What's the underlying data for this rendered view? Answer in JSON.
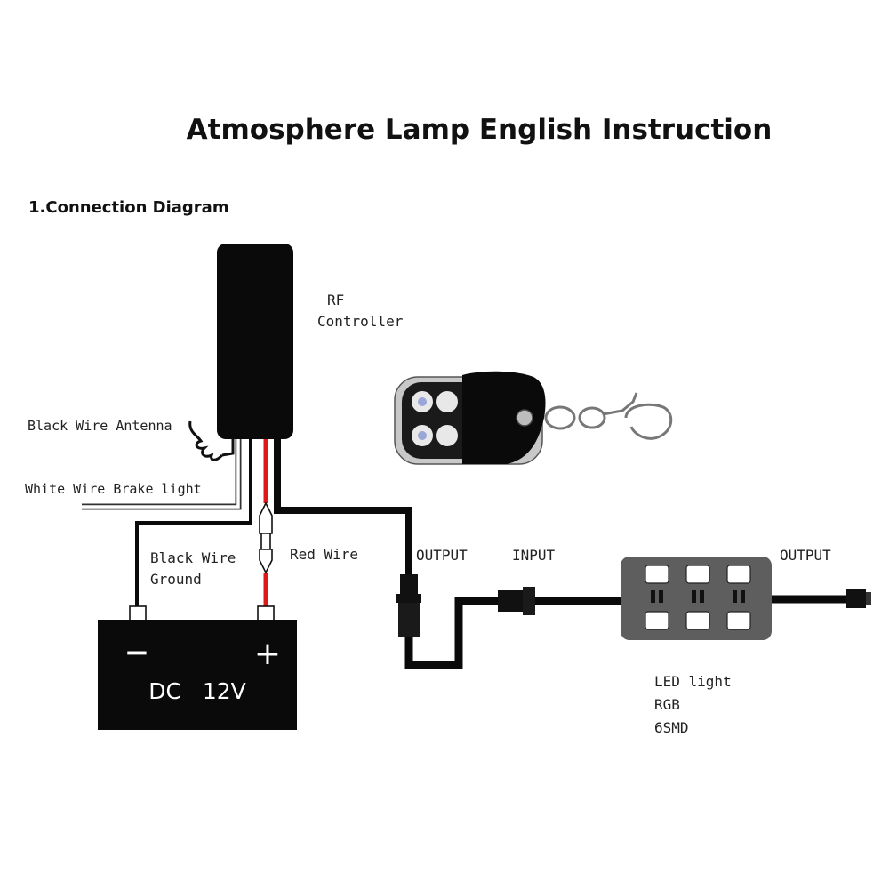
{
  "title": "Atmosphere Lamp English Instruction",
  "section_heading": "1.Connection Diagram",
  "labels": {
    "rf_line1": "RF",
    "rf_line2": "Controller",
    "antenna": "Black Wire Antenna",
    "brake": "White Wire Brake light",
    "ground_line1": "Black Wire",
    "ground_line2": "Ground",
    "red_wire": "Red Wire",
    "output_left": "OUTPUT",
    "input": "INPUT",
    "output_right": "OUTPUT",
    "led_line1": "LED light",
    "led_line2": "RGB",
    "led_line3": "6SMD"
  },
  "battery": {
    "minus": "−",
    "plus": "+",
    "voltage": "DC   12V"
  },
  "colors": {
    "red_wire": "#e01818",
    "black": "#0a0a0a",
    "led_box": "#5e5e5e",
    "remote_chrome": "#c8c8c8"
  },
  "icons": [
    "rf-controller-icon",
    "remote-keyfob-icon",
    "battery-icon",
    "led-module-icon",
    "connector-icon"
  ]
}
